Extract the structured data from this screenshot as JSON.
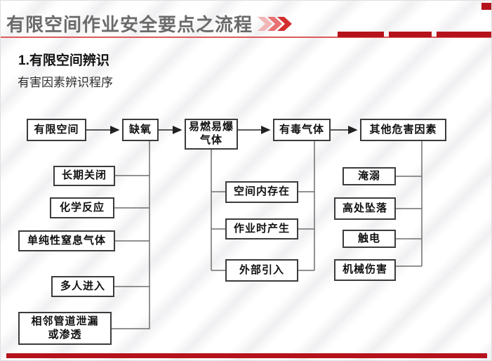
{
  "header": {
    "title": "有限空间作业安全要点之流程",
    "chevron_icon": "triple-chevron-right",
    "title_color": "#6a6a6a",
    "line_color": "#de5a5a",
    "accent_color": "#b5121b"
  },
  "section": {
    "title": "1.有限空间辨识",
    "subtitle": "有害因素辨识程序"
  },
  "flowchart": {
    "top_row": [
      {
        "label": "有限空间"
      },
      {
        "label": "缺氧"
      },
      {
        "label": "易燃易爆\n气体"
      },
      {
        "label": "有毒气体"
      },
      {
        "label": "其他危害因素"
      }
    ],
    "oxygen_causes": [
      "长期关闭",
      "化学反应",
      "单纯性窒息气体",
      "多人进入",
      "相邻管道泄漏\n或渗透"
    ],
    "gas_sources": [
      "空间内存在",
      "作业时产生",
      "外部引入"
    ],
    "other_hazards": [
      "淹溺",
      "高处坠落",
      "触电",
      "机械伤害"
    ],
    "connector_color": "#6e6e6e",
    "arrow_color": "#222222",
    "node_border_color": "#3c3c3c"
  }
}
